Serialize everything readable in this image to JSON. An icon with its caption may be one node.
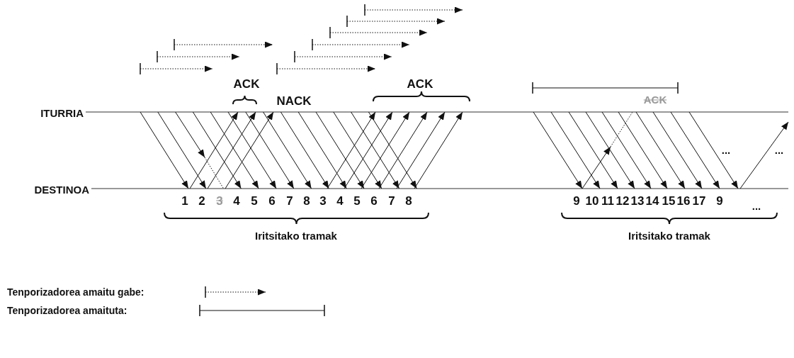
{
  "diagram": {
    "labels": [
      "ACK",
      "ACK",
      "NACK",
      "ACK",
      "ITURRIA",
      "...",
      "...",
      "DESTINOA",
      "1",
      "2",
      "3",
      "4",
      "5",
      "6",
      "7",
      "8",
      "3",
      "4",
      "5",
      "6",
      "7",
      "8",
      "9",
      "10",
      "11",
      "12",
      "13",
      "14",
      "15",
      "16",
      "17",
      "9",
      "...",
      "Iritsitako tramak",
      "Iritsitako tramak"
    ],
    "legend": [
      {
        "text": "Tenporizadorea amaitu gabe:"
      },
      {
        "text": "Tenporizadorea amaituta:"
      }
    ]
  }
}
